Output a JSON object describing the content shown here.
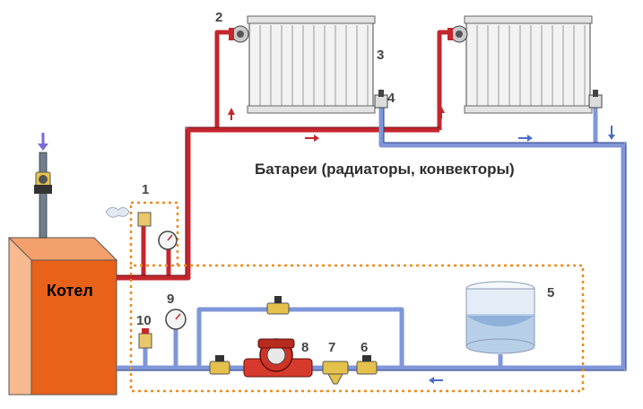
{
  "caption": "Батареи (радиаторы, конвекторы)",
  "boiler_label": "Котел",
  "numbers": {
    "n1": "1",
    "n2": "2",
    "n3": "3",
    "n4": "4",
    "n5": "5",
    "n6": "6",
    "n7": "7",
    "n8": "8",
    "n9": "9",
    "n10": "10"
  },
  "colors": {
    "hot_pipe": "#c4262e",
    "cold_pipe": "#4a6ec8",
    "boiler": "#e8621a",
    "dashed_outline": "#f08a1c",
    "radiator": "#f2f2f2"
  },
  "icons": [
    "down-arrow-icon",
    "up-arrow-icon",
    "right-arrow-icon",
    "left-arrow-icon",
    "steam-icon"
  ]
}
